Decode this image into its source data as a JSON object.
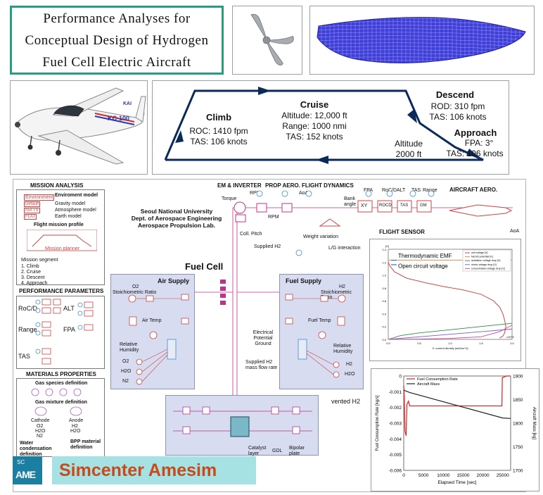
{
  "title": {
    "line1": "Performance Analyses for",
    "line2": "Conceptual Design of Hydrogen",
    "line3": "Fuel Cell Electric Aircraft"
  },
  "aircraft_photo": {
    "tail_code": "KC-100",
    "side_text": "KAI"
  },
  "mission_profile": {
    "climb": {
      "title": "Climb",
      "line1": "ROC: 1410 fpm",
      "line2": "TAS: 106 knots"
    },
    "cruise": {
      "title": "Cruise",
      "line1": "Altitude: 12,000 ft",
      "line2": "Range: 1000 nmi",
      "line3": "TAS: 152 knots"
    },
    "descend": {
      "title": "Descend",
      "line1": "ROD: 310 fpm",
      "line2": "TAS: 106 knots"
    },
    "approach": {
      "title": "Approach",
      "line1": "FPA: 3°",
      "line2": "TAS: 106 knots"
    },
    "altitude": {
      "line1": "Altitude",
      "line2": "2000 ft"
    }
  },
  "schematic": {
    "mission_analysis": "MISSION ANALYSIS",
    "environment": {
      "title": "Enviroment model",
      "gravity": "Gravity model",
      "atmosphere": "Atmosphere model",
      "earth": "Earth model",
      "tag_env": "Environment",
      "tag_g": "Default",
      "tag_atm": "ISA TS",
      "tag_earth": "FLAT"
    },
    "flight_mission_profile": "Flight mission profile",
    "mission_planner": "Mission planner",
    "mission_segment": {
      "title": "Mission segment",
      "items": [
        "1. Climb",
        "2. Cruise",
        "3. Descent",
        "4. Approach"
      ]
    },
    "performance_parameters": {
      "title": "PERFORMANCE PARAMETERS",
      "labels": [
        "RoC/D",
        "ALT",
        "Range",
        "FPA",
        "TAS"
      ]
    },
    "materials": {
      "title": "MATERIALS PROPERTIES",
      "gas_species": "Gas species definition",
      "gas_mixture": "Gas mixture definition",
      "cathode": "Cathode",
      "anode": "Anode",
      "cathode_species": [
        "O2",
        "H2O",
        "N2"
      ],
      "anode_species": [
        "H2",
        "H2O"
      ],
      "water_condensation": "Water condensation definition",
      "bpp": "BPP material definition"
    },
    "header_em": "EM & INVERTER",
    "header_prop": "PROP AERO.",
    "header_fd": "FLIGHT DYNAMICS",
    "header_aero": "AIRCRAFT AERO.",
    "university": {
      "line1": "Seoul National University",
      "line2": "Dept. of Aerospace Engineering",
      "line3": "Aerospace Propulsion Lab."
    },
    "torque": "Torque",
    "rpm_top": "RPM",
    "rpm_mid": "RPM",
    "aoa": "AoA",
    "aoa_right": "AoA",
    "coll_pitch": "Coll. Pitch",
    "weight_variation": "Weight variation",
    "supplied_h2": "Supplied H2",
    "lg_interaction": "L/G interaction",
    "bank_angle": "Bank angle",
    "fd_labels": [
      "FPA",
      "RoC/DALT",
      "TAS",
      "Range"
    ],
    "fd_blocks": [
      "XY",
      "ROCD",
      "TAS",
      "GM"
    ],
    "flight_sensor": "FLIGHT SENSOR",
    "fuel_cell": "Fuel Cell",
    "air_supply": {
      "title": "Air Supply",
      "ratio1": "O2",
      "ratio2": "Stoichiometric Ratio",
      "temp": "Air Temp",
      "humidity1": "Relative",
      "humidity2": "Humidity",
      "species": [
        "O2",
        "H2O",
        "N2"
      ]
    },
    "fuel_supply": {
      "title": "Fuel Supply",
      "ratio1": "H2",
      "ratio2": "Stoichiometric Ratio",
      "temp": "Fuel Temp",
      "humidity1": "Relative",
      "humidity2": "Humidity",
      "species": [
        "H2",
        "H2O"
      ]
    },
    "ground": {
      "line1": "Electrical",
      "line2": "Potential",
      "line3": "Ground"
    },
    "supplied_h2_rate": {
      "line1": "Supplied H2",
      "line2": "mass flow rate"
    },
    "vented_h2": "vented H2",
    "stack_labels": {
      "catalyst1": "Catalyst",
      "catalyst2": "layer",
      "gdl": "GDL",
      "bipolar1": "Bipolar",
      "bipolar2": "plate"
    },
    "simcenter": "Simcenter Amesim",
    "logo_top": "SC",
    "logo_bottom": "AME"
  },
  "chart_data": [
    {
      "type": "line",
      "title": "",
      "xlabel": "X: current density [mA/cm^2]",
      "ylabel": "[V]",
      "x_multiplier": "x10^3",
      "xlim": [
        0,
        2.0
      ],
      "ylim": [
        0,
        1.4
      ],
      "xticks": [
        "0.0",
        "0.5",
        "1.0",
        "1.5",
        "2.0"
      ],
      "yticks": [
        "0.0",
        "0.2",
        "0.4",
        "0.6",
        "0.8",
        "1.0",
        "1.2",
        "1.4"
      ],
      "annotations": [
        "Thermodynamic EMF",
        "Open circuit voltage"
      ],
      "series": [
        {
          "name": "cell voltage [V]",
          "color": "#cc3333",
          "x": [
            0,
            0.02,
            0.1,
            0.3,
            0.6,
            0.9,
            1.2,
            1.5,
            1.7,
            1.8,
            1.85,
            1.88,
            1.9,
            1.88,
            1.85,
            1.8
          ],
          "y": [
            1.2,
            1.15,
            1.05,
            0.95,
            0.88,
            0.82,
            0.77,
            0.7,
            0.6,
            0.5,
            0.4,
            0.3,
            0.2,
            0.1,
            0.05,
            0.02
          ]
        },
        {
          "name": "Nernst potential [V]",
          "color": "#e08a3c",
          "x": [
            0,
            0.5,
            1.0,
            1.5,
            2.0
          ],
          "y": [
            1.23,
            1.23,
            1.23,
            1.23,
            1.23
          ]
        },
        {
          "name": "activation voltage drop [V]",
          "color": "#2a8f4a",
          "x": [
            0,
            0.2,
            0.5,
            1.0,
            1.5,
            2.0
          ],
          "y": [
            0,
            0.06,
            0.1,
            0.15,
            0.2,
            0.25
          ]
        },
        {
          "name": "ohmic voltage drop [V]",
          "color": "#7a5cc8",
          "x": [
            0,
            0.5,
            1.0,
            1.5,
            2.0
          ],
          "y": [
            0,
            0.04,
            0.08,
            0.12,
            0.16
          ]
        },
        {
          "name": "concentration voltage drop [V]",
          "color": "#d04aa0",
          "x": [
            0,
            0.5,
            1.0,
            1.5,
            1.8,
            2.0
          ],
          "y": [
            0,
            0.005,
            0.015,
            0.04,
            0.12,
            0.22
          ]
        }
      ]
    },
    {
      "type": "line",
      "title": "",
      "xlabel": "Elapsed Time [sec]",
      "ylabel": "Fuel Consumption Rate [kg/s]",
      "ylabel_right": "Aircraft Mass [kg]",
      "xlim": [
        0,
        27000
      ],
      "ylim": [
        -0.006,
        0
      ],
      "ylim_right": [
        1700,
        1900
      ],
      "xticks": [
        "0",
        "5000",
        "10000",
        "15000",
        "20000",
        "25000"
      ],
      "yticks": [
        "-0.006",
        "-0.005",
        "-0.004",
        "-0.003",
        "-0.002",
        "-0.001",
        "0"
      ],
      "yticks_right": [
        "1700",
        "1750",
        "1800",
        "1850",
        "1900"
      ],
      "series": [
        {
          "name": "Fuel Consumption Rate",
          "color": "#e02020",
          "axis": "left",
          "x": [
            0,
            150,
            300,
            600,
            800,
            1200,
            1500,
            24800,
            24900,
            25000,
            26000,
            27000
          ],
          "y": [
            -0.0006,
            -0.0014,
            -0.0035,
            -0.0038,
            -0.0018,
            -0.0016,
            -0.0019,
            -0.0019,
            -0.0001,
            -0.0001,
            0,
            0
          ]
        },
        {
          "name": "Aircraft Mass",
          "color": "#222222",
          "axis": "right",
          "x": [
            0,
            1500,
            25000,
            27000
          ],
          "y": [
            1870,
            1865,
            1811,
            1810
          ]
        }
      ]
    }
  ]
}
